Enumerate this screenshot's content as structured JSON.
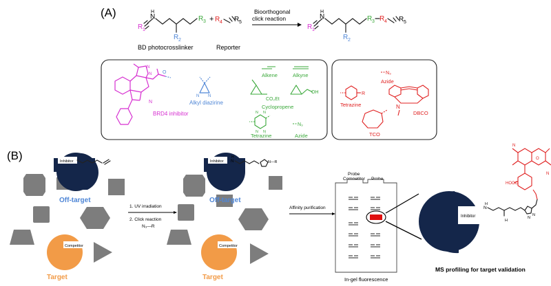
{
  "panel_a": {
    "label": "(A)",
    "r1": "R",
    "r1_sub": "1",
    "nh": "H",
    "nh_n": "N",
    "r2": "R",
    "r2_sub": "2",
    "r3": "R",
    "r3_sub": "3",
    "plus": "+",
    "r4": "R",
    "r4_sub": "4",
    "r5": "R",
    "r5_sub": "5",
    "arrow_top": "Bioorthogonal",
    "arrow_bottom": "click reaction",
    "linker_label": "BD photocrosslinker",
    "reporter_label": "Reporter",
    "box1": {
      "brd4": "BRD4 inhibitor",
      "diazirine": "Alkyl diazirine",
      "alkene": "Alkene",
      "alkyne": "Alkyne",
      "co2et": "CO₂Et",
      "oh": "OH",
      "cyclopropene": "Cyclopropene",
      "tetrazine": "Tetrazine",
      "azide": "Azide",
      "azide_n": "N₃"
    },
    "box2": {
      "azide": "Azide",
      "azide_n": "N₃",
      "tetrazine": "Tetrazine",
      "r": "R",
      "dbco": "DBCO",
      "n": "N",
      "tco": "TCO"
    }
  },
  "panel_b": {
    "label": "(B)",
    "inhibitor": "Inhibitor",
    "competitor": "Competitor",
    "off_target": "Off-target",
    "target": "Target",
    "step1": "1. UV irradiation",
    "step2": "2. Click reaction",
    "step2_reagent": "N₃—R",
    "nr": "N—R",
    "affinity": "Affinity purification",
    "gel_col1": "Probe",
    "gel_col1b": "Competitor",
    "gel_col2": "Probe",
    "gel_caption": "In-gel fluorescence",
    "ms_caption": "MS profiling for target validation",
    "hooc": "HOOC",
    "h": "H",
    "n": "N"
  },
  "colors": {
    "r1": "#d62fd0",
    "r2": "#4f86d6",
    "r3": "#3aa83a",
    "reporter": "#e02020",
    "navy": "#14264a",
    "orange": "#f29b47",
    "gray": "#7d7d7d"
  }
}
